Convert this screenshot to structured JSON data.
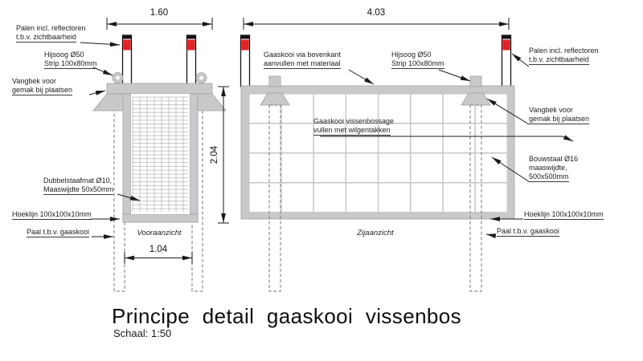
{
  "title": {
    "main": "Principe detail gaaskooi vissenbos",
    "scale": "Schaal: 1:50"
  },
  "captions": {
    "front_view": "Vooraanzicht",
    "side_view": "Zijaanzicht"
  },
  "dimensions": {
    "front_top_width": "1.60",
    "front_bottom_width": "1.04",
    "front_height": "2.04",
    "side_width": "4.03"
  },
  "labels": {
    "palen_left": {
      "line1": "Palen incl. reflectoren",
      "line2": "t.b.v. zichtbaarheid"
    },
    "hijsoog_left": {
      "line1": "Hijsoog Ø50",
      "line2": "Strip 100x80mm"
    },
    "vangbek_left": {
      "line1": "Vangbek voor",
      "line2": "gemak bij plaatsen"
    },
    "dubbelstaafmat": {
      "line1": "Dubbelstaafmat Ø10,",
      "line2": "Maaswijdte 50x50mm"
    },
    "hoeklijn_left": {
      "line1": "Hoeklijn 100x100x10mm"
    },
    "paal_left": {
      "line1": "Paal t.b.v. gaaskooi"
    },
    "gaaskooi_top": {
      "line1": "Gaaskooi via bovenkant",
      "line2": "aanvullen met materiaal"
    },
    "hijsoog_right": {
      "line1": "Hijsoog Ø50",
      "line2": "Strip 100x80mm"
    },
    "palen_right": {
      "line1": "Palen incl. reflectoren",
      "line2": "t.b.v. zichtbaarheid"
    },
    "vangbek_right": {
      "line1": "Vangbek voor",
      "line2": "gemak bij plaatsen"
    },
    "vulling": {
      "line1": "Gaaskooi vissenbossage",
      "line2": "vullen met wilgentakken"
    },
    "bouwstaal": {
      "line1": "Bouwstaal Ø16",
      "line2": "maaswijdte,",
      "line3": "500x500mm"
    },
    "hoeklijn_right": {
      "line1": "Hoeklijn 100x100x10mm"
    },
    "paal_right": {
      "line1": "Paal t.b.v. gaaskooi"
    }
  },
  "colors": {
    "reflector_red": "#e32126",
    "steel_gray": "#c7c9cb",
    "line_black": "#1a1a1a",
    "dash_gray": "#8c8c8c"
  }
}
